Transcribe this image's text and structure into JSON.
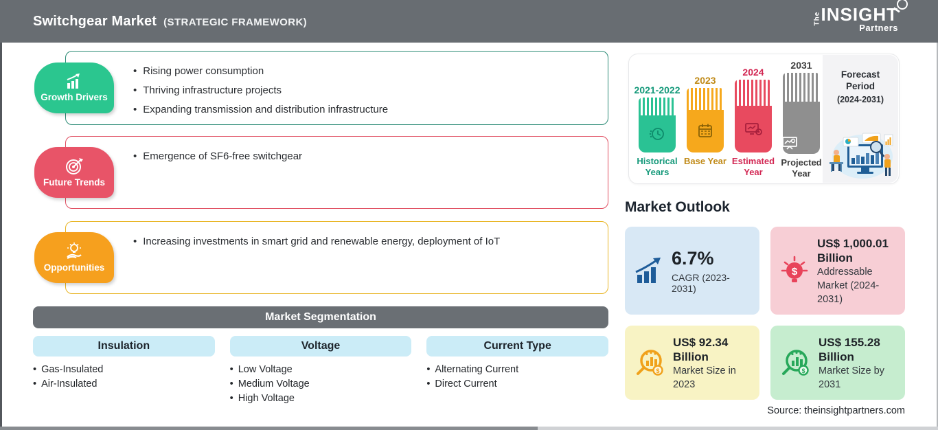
{
  "header": {
    "title": "Switchgear Market",
    "subtitle": "(STRATEGIC FRAMEWORK)",
    "logo": {
      "the": "The",
      "main": "INSIGHT",
      "partners": "Partners"
    }
  },
  "framework": {
    "sections": [
      {
        "label": "Growth Drivers",
        "icon": "growth-chart-icon",
        "badge_color": "#2bc68f",
        "border_color": "#2a8a74",
        "bullets": [
          "Rising power consumption",
          "Thriving infrastructure projects",
          "Expanding transmission and distribution infrastructure"
        ]
      },
      {
        "label": "Future Trends",
        "icon": "target-dart-icon",
        "badge_color": "#e85468",
        "border_color": "#e04c5f",
        "bullets": [
          "Emergence of SF6-free switchgear"
        ]
      },
      {
        "label": "Opportunities",
        "icon": "bulb-hand-icon",
        "badge_color": "#f6a01e",
        "border_color": "#e8b422",
        "bullets": [
          "Increasing investments in smart grid and renewable energy, deployment of IoT"
        ]
      }
    ]
  },
  "segmentation": {
    "title": "Market Segmentation",
    "columns": [
      {
        "label": "Insulation",
        "items": [
          "Gas-Insulated",
          "Air-Insulated"
        ]
      },
      {
        "label": "Voltage",
        "items": [
          "Low Voltage",
          "Medium Voltage",
          "High Voltage"
        ]
      },
      {
        "label": "Current Type",
        "items": [
          "Alternating Current",
          "Direct Current"
        ]
      }
    ]
  },
  "timeline": {
    "bars": [
      {
        "year": "2021-2022",
        "label": "Historical Years",
        "color": "#2ac294",
        "icon": "clock-icon"
      },
      {
        "year": "2023",
        "label": "Base Year",
        "color": "#f6a81c",
        "icon": "calendar-icon"
      },
      {
        "year": "2024",
        "label": "Estimated Year",
        "color": "#e84a5f",
        "icon": "monitor-gear-icon"
      },
      {
        "year": "2031",
        "label": "Projected Year",
        "color": "#8f8f8f",
        "icon": "projection-screen-icon"
      }
    ],
    "forecast": {
      "line1": "Forecast",
      "line2": "Period",
      "range": "(2024-2031)",
      "illustration": "analytics-people-illustration"
    }
  },
  "outlook": {
    "title": "Market Outlook",
    "cards": [
      {
        "value": "6.7%",
        "caption": "CAGR (2023-2031)",
        "bg": "#d8e8f5",
        "icon": "bar-chart-arrow-icon"
      },
      {
        "value": "US$ 1,000.01 Billion",
        "caption": "Addressable Market (2024-2031)",
        "bg": "#f7ced5",
        "icon": "bulb-dollar-icon"
      },
      {
        "value": "US$ 92.34 Billion",
        "caption": "Market Size in 2023",
        "bg": "#f8f3c4",
        "icon": "magnifier-chart-orange-icon"
      },
      {
        "value": "US$ 155.28 Billion",
        "caption": "Market Size by 2031",
        "bg": "#c6edcf",
        "icon": "magnifier-chart-green-icon"
      }
    ],
    "source": "Source: theinsightpartners.com"
  }
}
